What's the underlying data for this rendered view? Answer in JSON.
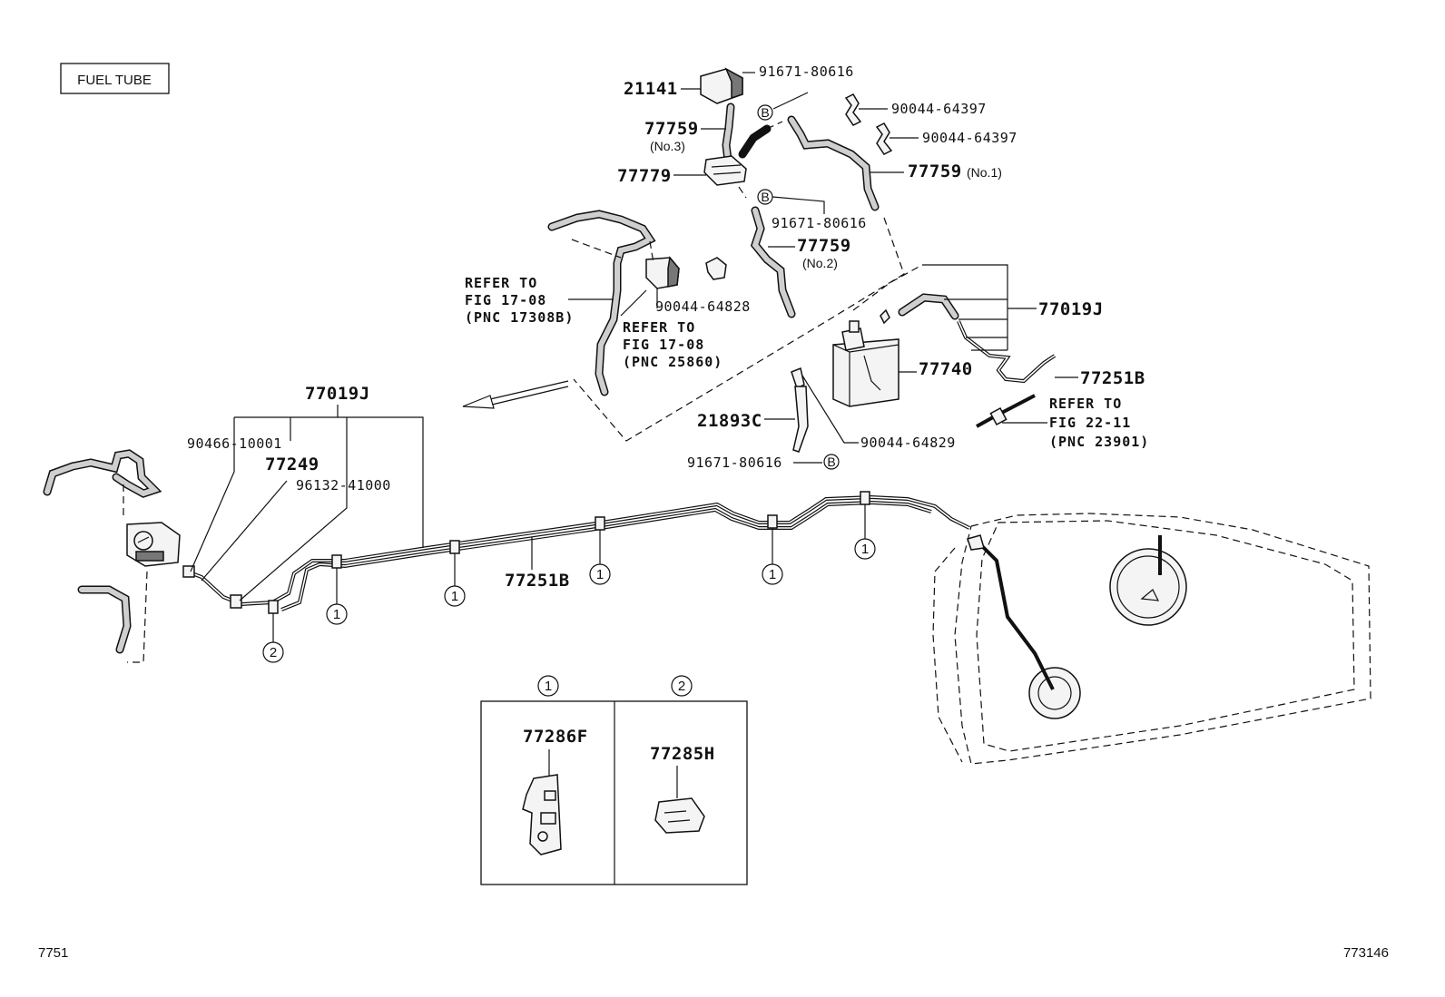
{
  "title_box": "FUEL TUBE",
  "footer": {
    "left": "7751",
    "right": "773146"
  },
  "callouts": {
    "p21141": "21141",
    "p91671_top": "91671-80616",
    "p77759_no3": "77759",
    "p77759_no3_sub": "(No.3)",
    "p90044_64397_a": "90044-64397",
    "p90044_64397_b": "90044-64397",
    "p77759_no1": "77759",
    "p77759_no1_sub": "(No.1)",
    "p77779": "77779",
    "p91671_mid": "91671-80616",
    "p77759_no2": "77759",
    "p77759_no2_sub": "(No.2)",
    "p90044_64828": "90044-64828",
    "p77019J_right": "77019J",
    "p77740": "77740",
    "p77251B_right": "77251B",
    "p21893C": "21893C",
    "p90044_64829": "90044-64829",
    "p91671_low": "91671-80616",
    "p77019J_left": "77019J",
    "p90466": "90466-10001",
    "p77249": "77249",
    "p96132": "96132-41000",
    "p77251B_main": "77251B"
  },
  "b_marker": "B",
  "refs": {
    "ref1": [
      "REFER TO",
      "FIG 17-08",
      "(PNC 17308B)"
    ],
    "ref2": [
      "REFER TO",
      "FIG 17-08",
      "(PNC 25860)"
    ],
    "ref3": [
      "REFER TO",
      "FIG 22-11",
      "(PNC 23901)"
    ]
  },
  "clamp_markers": {
    "one": "1",
    "two": "2"
  },
  "legend": {
    "col1_num": "1",
    "col1_part": "77286F",
    "col2_num": "2",
    "col2_part": "77285H"
  }
}
